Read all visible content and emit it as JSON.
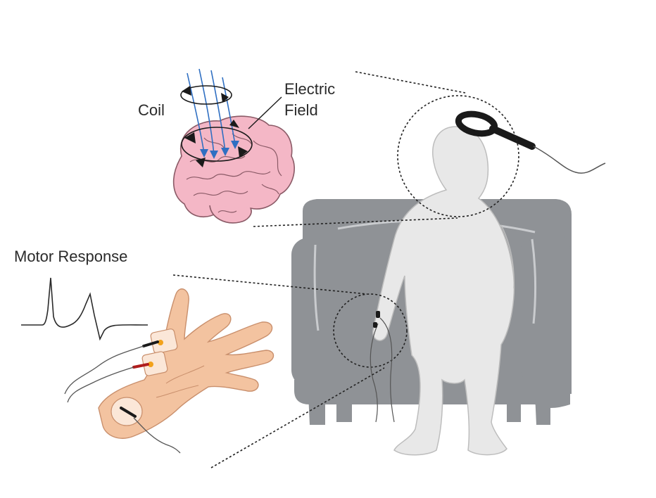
{
  "labels": {
    "coil": "Coil",
    "electric_field_line1": "Electric",
    "electric_field_line2": "Field",
    "motor_response": "Motor Response"
  },
  "colors": {
    "chair": "#8f9296",
    "chair_highlight": "#c9cbce",
    "person_fill": "#e8e8e8",
    "person_outline": "#bdbdbd",
    "brain_fill": "#f4b7c6",
    "brain_outline": "#8a5a66",
    "skin": "#f3c3a0",
    "skin_outline": "#c98f6c",
    "field_lines": "#2f6fc2",
    "electrode_orange": "#f2a21c",
    "lead_red": "#b01d1d",
    "coil": "#1a1a1a"
  },
  "icons": {
    "stimulation_coil": "figure-eight-tms-coil",
    "brain": "brain-illustration",
    "hand": "hand-with-electrodes",
    "mep_waveform": "motor-evoked-potential-trace"
  }
}
